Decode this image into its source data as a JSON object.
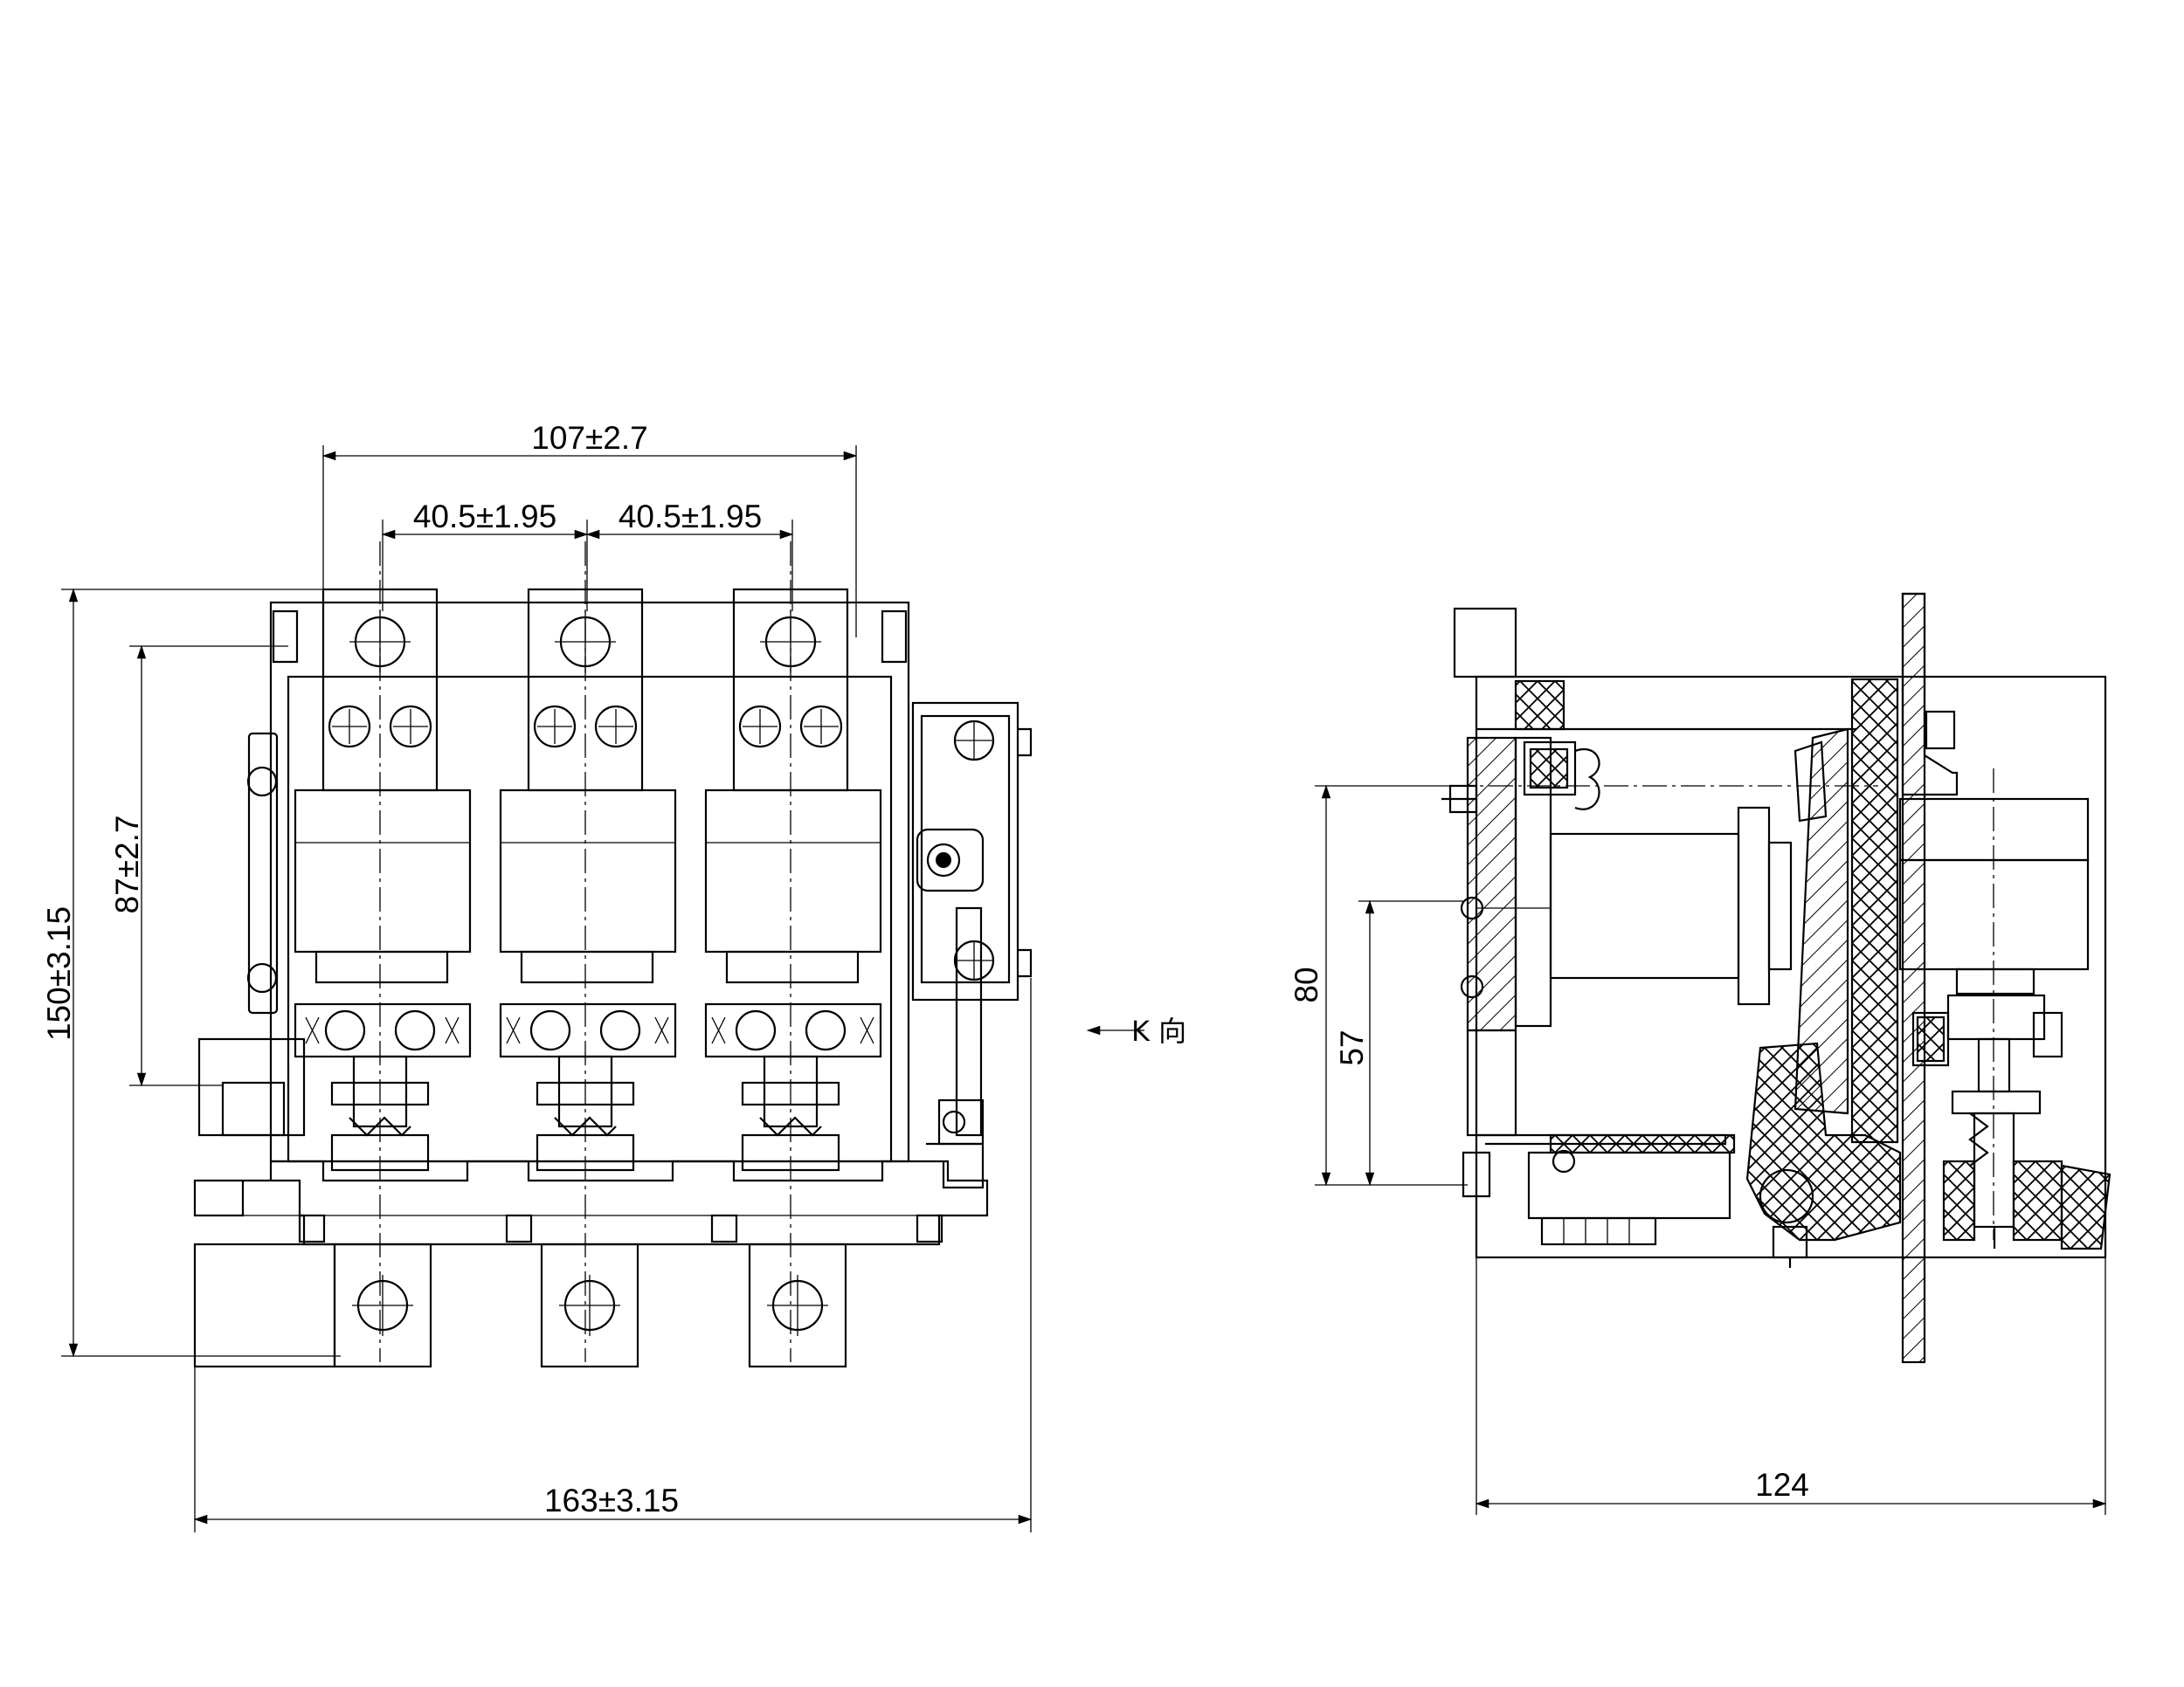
{
  "front_view": {
    "dim_overall_width": "163±3.15",
    "dim_terminal_span": "107±2.7",
    "dim_pitch_left": "40.5±1.95",
    "dim_pitch_right": "40.5±1.95",
    "dim_overall_height": "150±3.15",
    "dim_mount_height": "87±2.7"
  },
  "view_arrow_label": "K 向",
  "side_view": {
    "dim_depth": "124",
    "dim_height_80": "80",
    "dim_height_57": "57"
  }
}
